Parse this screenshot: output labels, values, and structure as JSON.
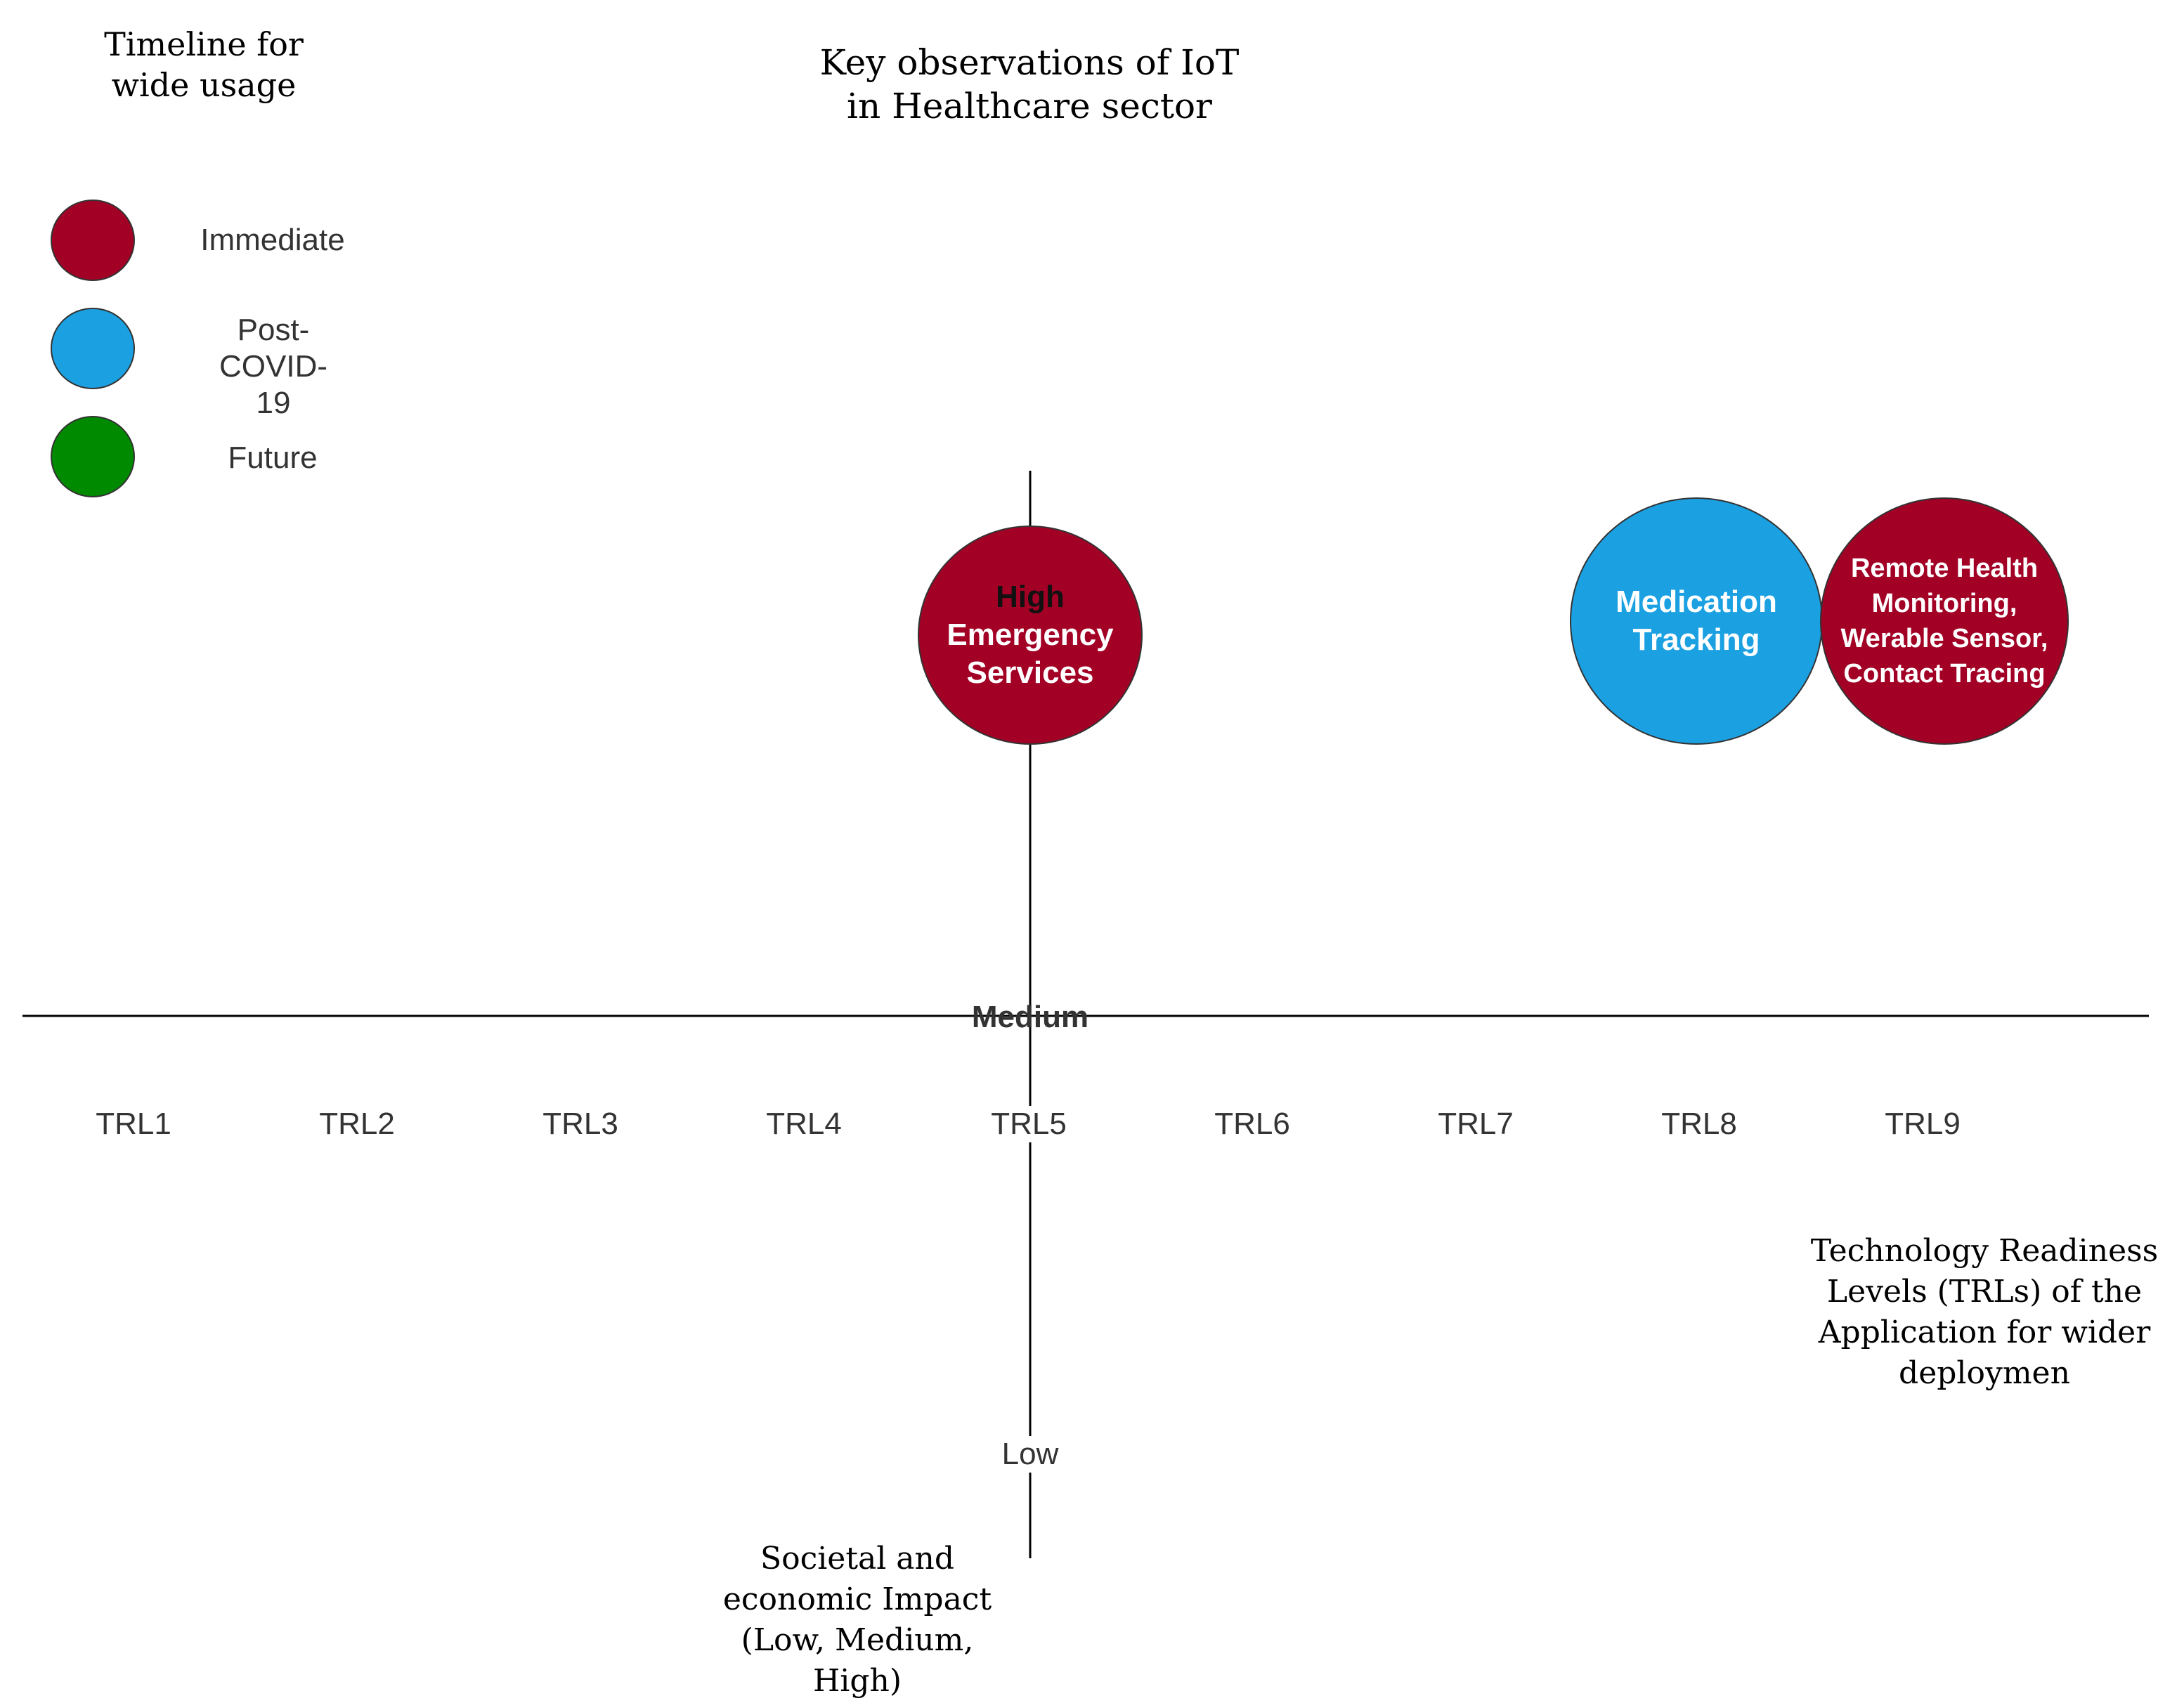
{
  "title": "Key observations of IoT in Healthcare sector",
  "legend": {
    "title": "Timeline for wide usage",
    "items": [
      {
        "label": "Immediate",
        "color": "#A20025"
      },
      {
        "label": "Post-COVID-19",
        "color": "#1BA1E2"
      },
      {
        "label": "Future",
        "color": "#008A00"
      }
    ]
  },
  "x_axis": {
    "title": "Technology Readiness Levels (TRLs) of the Application for wider deploymen",
    "levels": [
      "TRL1",
      "TRL2",
      "TRL3",
      "TRL4",
      "TRL5",
      "TRL6",
      "TRL7",
      "TRL8",
      "TRL9"
    ]
  },
  "y_axis": {
    "title": "Societal and economic Impact (Low, Medium, High)",
    "labels": {
      "high": "High",
      "medium": "Medium",
      "low": "Low"
    }
  },
  "bubbles": [
    {
      "id": "emergency",
      "impact_label": "High",
      "label": "Emergency Services",
      "color": "#A20025"
    },
    {
      "id": "medication",
      "label": "Medication Tracking",
      "color": "#1BA1E2"
    },
    {
      "id": "remote",
      "label": "Remote Health Monitoring, Werable Sensor, Contact Tracing",
      "color": "#A20025"
    }
  ]
}
